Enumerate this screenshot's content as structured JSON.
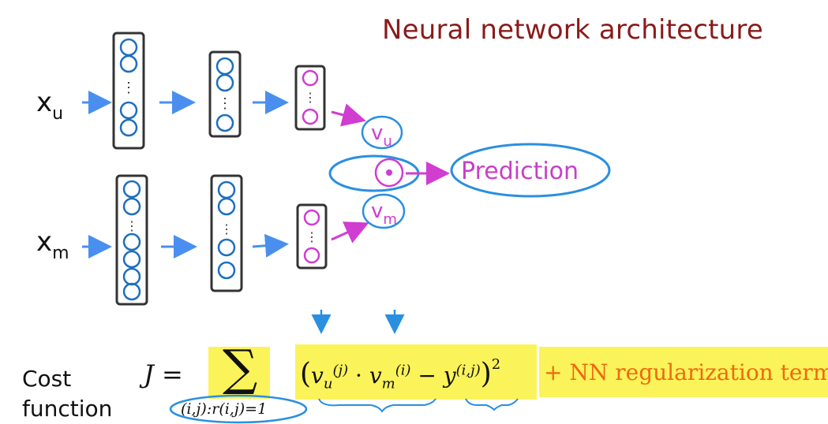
{
  "title": "Neural network architecture",
  "inputs": {
    "user_label": "x",
    "user_sub": "u",
    "movie_label": "x",
    "movie_sub": "m"
  },
  "embeddings": {
    "user_label": "v",
    "user_sub": "u",
    "movie_label": "v",
    "movie_sub": "m"
  },
  "ellipsis": "⋮",
  "prediction_label": "Prediction",
  "cost": {
    "label_line1": "Cost",
    "label_line2": "function",
    "lhs": "J =",
    "sigma": "∑",
    "sum_subscript": "(i,j):r(i,j)=1",
    "expr_open": "(",
    "v_u": "v",
    "v_u_sub": "u",
    "v_u_sup": "(j)",
    "dot": " · ",
    "v_m": "v",
    "v_m_sub": "m",
    "v_m_sup": "(i)",
    "minus": " − ",
    "y": "y",
    "y_sup": "(i,j)",
    "expr_close": ")",
    "square": "2",
    "regularization": "+ NN regularization  term"
  },
  "colors": {
    "title": "#8b1a1a",
    "network_node": "#1f6fbf",
    "arrow_blue": "#4a8ff0",
    "magenta": "#d13cd1",
    "annotation_blue": "#2a8fe0",
    "highlight": "#fbf35a",
    "regularization_text": "#ee6a10"
  }
}
